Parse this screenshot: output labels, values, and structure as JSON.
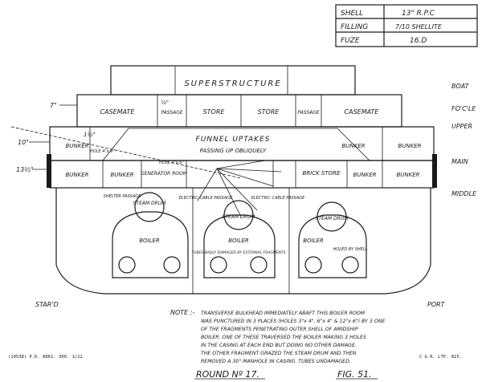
{
  "info_table": [
    {
      "label": "SHELL",
      "value": "13\" R.P.C"
    },
    {
      "label": "FILLING",
      "value": "7/10 SHELLITE"
    },
    {
      "label": "FUZE",
      "value": "16.D"
    }
  ],
  "deck_labels": [
    "BOAT",
    "FO'C'LE",
    "UPPER",
    "MAIN",
    "MIDDLE"
  ],
  "compartments": {
    "superstructure": "SUPERSTRUCTURE",
    "casemate": "CASEMATE",
    "passage": "PASSAGE",
    "store": "STORE",
    "funnel_uptakes": "FUNNEL UPTAKES",
    "passing_up": "PASSING UP OBLIQUELY",
    "bunker": "BUNKER",
    "generator_room": "GENERATOR ROOM",
    "brick_store": "BRICK STORE",
    "electric_cable_passage": "ELECTRIC CABLE PASSAGE",
    "steam_drum": "STEAM DRUM",
    "boiler": "BOILER",
    "hole_note": "HOLE 4\"x 6\"",
    "hole_note_2": "HOLE 4\"x 6\"",
    "shelter_passage": "SHELTER PASSAGE",
    "tubes_note": "TUBES BADLY DAMAGED BY EXTERNAL FRAGMENTS",
    "holed_note": "HOLED BY SHELL"
  },
  "thickness_marks": [
    "7\"",
    "1½\"",
    "10\"",
    "13½\"",
    "⅞\""
  ],
  "sides": {
    "starboard": "STAR'D",
    "port": "PORT"
  },
  "note_heading": "NOTE :-",
  "note_lines": [
    "TRANSVERSE BULKHEAD IMMEDIATELY ABAFT THIS BOILER ROOM",
    "WAS PUNCTURED IN 3 PLACES (HOLES 3\"x 4\", 6\"x 4\" & 12\"x 6\") BY 3 ONE",
    "OF THE FRAGMENTS PENETRATING OUTER SHELL OF AMIDSHIP",
    "BOILER. ONE OF THESE TRAVERSED THE BOILER MAKING 3 HOLES",
    "IN THE CASING AT EACH END BUT DOING NO OTHER DAMAGE.",
    "THE OTHER FRAGMENT GRAZED THE STEAM DRUM AND THEN",
    "REMOVED A 30\" MANHOLE IN CASING. TUBES UNDAMAGED."
  ],
  "round_label": "ROUND Nº 17.",
  "fig_label": "FIG. 51.",
  "footer_left": "(10538) P.K. 8861. 300. 1/22",
  "footer_right": "C & R. LTP. 815."
}
